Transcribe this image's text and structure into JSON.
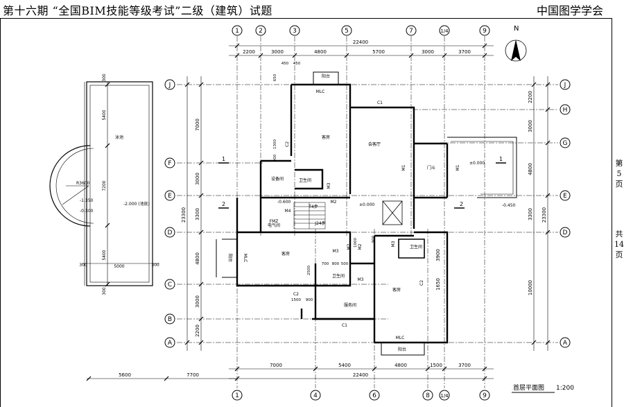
{
  "header": {
    "left_title": "第十六期 “全国BIM技能等级考试”二级（建筑）试题",
    "right_title": "中国图学学会"
  },
  "side_note": {
    "line1": [
      "第",
      "5",
      "页"
    ],
    "line2": [
      "共",
      "14",
      "页"
    ]
  },
  "drawing": {
    "title": "首层平面图",
    "scale": "1:200",
    "north": "N",
    "grid_top": [
      "1",
      "2",
      "3",
      "5",
      "7",
      "1/4",
      "9"
    ],
    "grid_bottom": [
      "1",
      "4",
      "6",
      "8",
      "1/4",
      "9"
    ],
    "grid_rows_left": [
      "J",
      "F",
      "E",
      "D",
      "C",
      "B",
      "A"
    ],
    "grid_rows_right": [
      "J",
      "H",
      "G",
      "E",
      "D",
      "A"
    ],
    "dims_top_total": "22400",
    "dims_top": [
      "2200",
      "3000",
      "4800",
      "5700",
      "3000",
      "3700"
    ],
    "dims_bottom_total": "22400",
    "dims_bottom": [
      "7000",
      "5400",
      "4800",
      "1500",
      "3700"
    ],
    "dims_bottom_left": [
      "5600",
      "7700"
    ],
    "dims_left_total": "23300",
    "dims_left": [
      "7000",
      "3000",
      "3300",
      "4800",
      "3000",
      "2200"
    ],
    "dims_right_total": "23300",
    "dims_right": [
      "2200",
      "3000",
      "4800",
      "3300",
      "3900",
      "1650",
      "10000"
    ],
    "pool_dims": [
      "5400",
      "7200",
      "5400",
      "5000",
      "300",
      "300",
      "300",
      "300"
    ],
    "rooms": {
      "pool": "泳池",
      "bedroom_n": "客房",
      "living": "会客厅",
      "equipment": "设备间",
      "bath_n": "卫生间",
      "hall": "门斗",
      "bedroom_w": "客房",
      "bath_c": "卫生间",
      "service": "服务间",
      "bedroom_e": "客房",
      "bath_e": "卫生间",
      "balcony_n": "阳台",
      "balcony_w": "阳台",
      "balcony_s": "阳台",
      "elec": "电气间"
    },
    "labels": {
      "mlc_n": "MLC",
      "mlc_w": "MLC",
      "mlc_s": "MLC",
      "c1_n": "C1",
      "c1_s": "C1",
      "c2_a": "C2",
      "c2_b": "C2",
      "c2_c": "C2",
      "m1_a": "M1",
      "m1_b": "M1",
      "m2_a": "M2",
      "m2_b": "M2",
      "m2_c": "M2",
      "m3_a": "M3",
      "m3_b": "M3",
      "m3_c": "M3",
      "m3_d": "M3",
      "m4": "M4",
      "fmz": "FMZ",
      "t4": "T4步",
      "j24": "J24步",
      "lvl_0": "±0.000",
      "lvl_0b": "±0.000",
      "lvl_0600": "-0.600",
      "lvl_0450": "-0.450",
      "lvl_1350": "-1.350",
      "lvl_0300": "-0.300",
      "lvl_2000": "-2.000 (池底)",
      "r3600": "R3600",
      "sec1a": "1",
      "sec1b": "1",
      "sec2a": "2",
      "sec2b": "2",
      "d450a": "450",
      "d450b": "450",
      "d650": "650",
      "d1300": "1300",
      "d900a": "900",
      "d2500": "2500",
      "d700": "700",
      "d800": "800",
      "d500": "500",
      "d1000": "1000",
      "d1500": "1500",
      "d900b": "900",
      "d900c": "900"
    }
  }
}
